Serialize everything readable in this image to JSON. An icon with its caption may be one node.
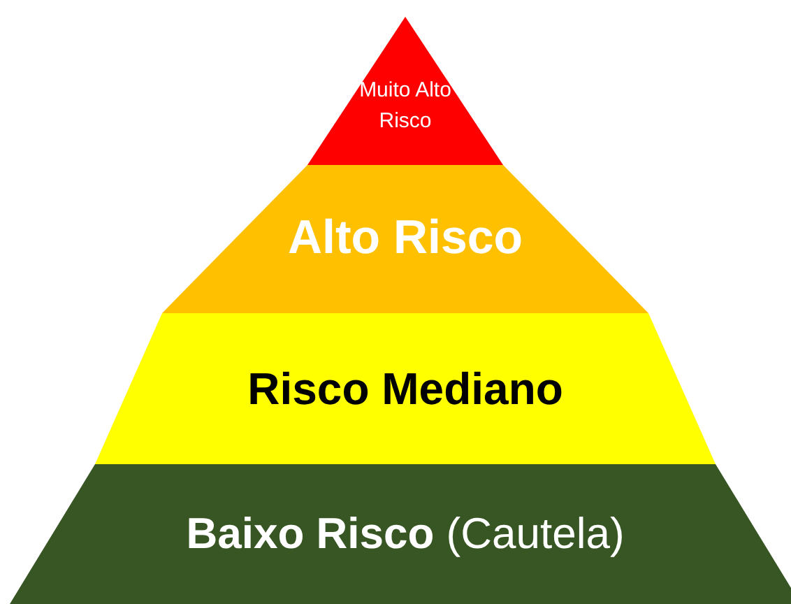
{
  "diagram": {
    "nodes": [
      {
        "text": [
          "Muito Alto Risco"
        ]
      },
      {
        "text": [
          "Alto Risco"
        ]
      },
      {
        "text": [
          "Risco Mediano"
        ]
      },
      {
        "text": [
          "**Baixo Risco** (Cautela)"
        ]
      }
    ]
  }
}
